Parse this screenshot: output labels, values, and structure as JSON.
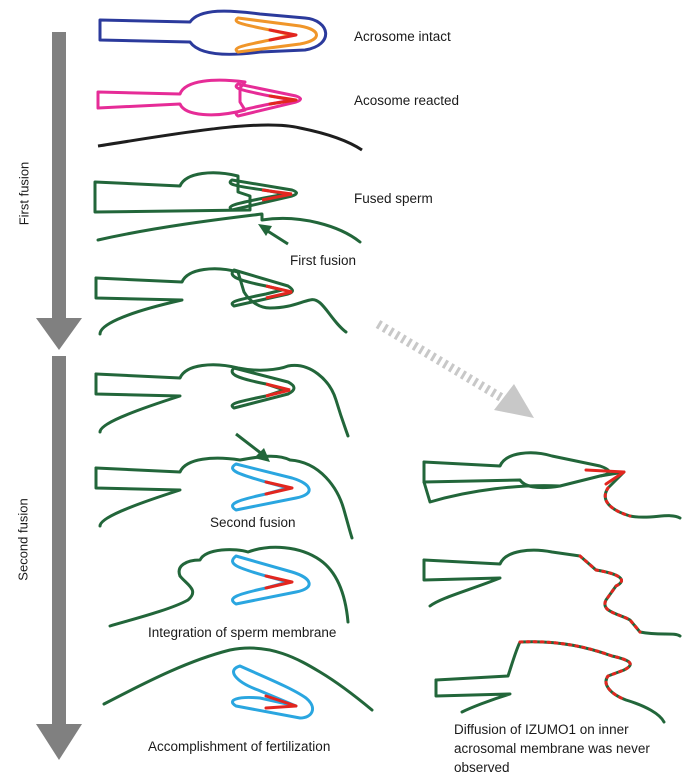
{
  "phase_labels": {
    "first": "First fusion",
    "second": "Second fusion"
  },
  "stage_labels": {
    "acrosome_intact": "Acrosome intact",
    "acrosome_reacted": "Acosome reacted",
    "fused_sperm": "Fused sperm",
    "first_fusion": "First fusion",
    "second_fusion": "Second fusion",
    "integration": "Integration of sperm membrane",
    "accomplishment": "Accomplishment of fertilization",
    "diffusion_note": "Diffusion of IZUMO1 on inner acrosomal membrane was never observed"
  },
  "colors": {
    "intact_outline": "#2b3a9c",
    "acrosome_orange": "#f0962a",
    "reacted_magenta": "#e62c97",
    "egg_line": "#1e1e1e",
    "membrane_green": "#22663a",
    "izumo_red": "#e2261f",
    "acrosome_blue": "#2aa6e0",
    "arrow_gray": "#808080",
    "dashed_arrow_gray": "#c8c8c8"
  }
}
